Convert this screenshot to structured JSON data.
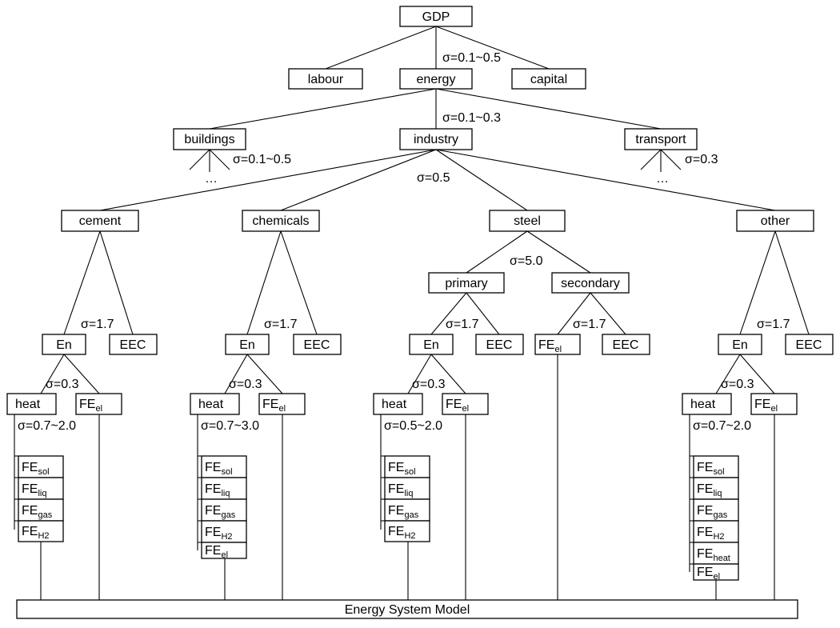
{
  "nodes": {
    "gdp": "GDP",
    "labour": "labour",
    "energy": "energy",
    "capital": "capital",
    "buildings": "buildings",
    "industry": "industry",
    "transport": "transport",
    "ellipsis": "…",
    "cement": "cement",
    "chemicals": "chemicals",
    "steel": "steel",
    "other": "other",
    "primary": "primary",
    "secondary": "secondary",
    "en": "En",
    "eec": "EEC",
    "heat": "heat",
    "fe": "FE",
    "sub_el": "el",
    "sub_sol": "sol",
    "sub_liq": "liq",
    "sub_gas": "gas",
    "sub_h2": "H2",
    "sub_heat": "heat",
    "energy_system_model": "Energy System Model"
  },
  "sigmas": {
    "gdp": "σ=0.1~0.5",
    "energy": "σ=0.1~0.3",
    "buildings": "σ=0.1~0.5",
    "transport": "σ=0.3",
    "industry": "σ=0.5",
    "steel": "σ=5.0",
    "sector_en_eec": "σ=1.7",
    "en_split": "σ=0.3",
    "cement_heat": "σ=0.7~2.0",
    "chemicals_heat": "σ=0.7~3.0",
    "steel_heat": "σ=0.5~2.0",
    "other_heat": "σ=0.7~2.0"
  }
}
